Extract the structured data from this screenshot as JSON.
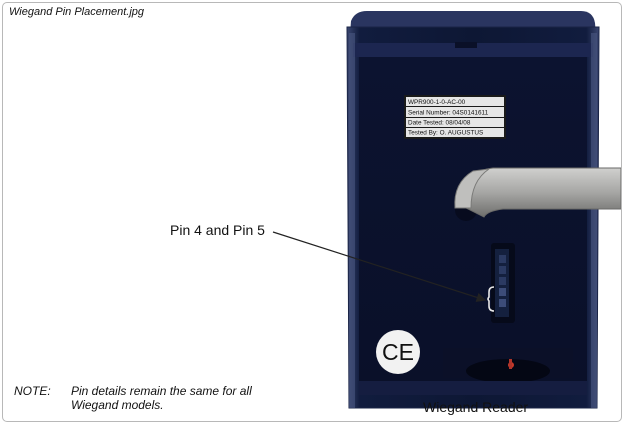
{
  "window": {
    "title": "Wiegand Pin Placement.jpg"
  },
  "annotation": {
    "pin_label": "Pin 4 and Pin 5"
  },
  "note": {
    "key": "NOTE:",
    "text": "Pin details remain the same for all Wiegand models."
  },
  "caption": "Wiegand Reader",
  "device_label": {
    "lines": [
      "WPR900-1-0-AC-00",
      "Serial Number: 04S0141611",
      "Date Tested: 08/04/08",
      "Tested By: O. AUGUSTUS"
    ]
  },
  "ce_mark": "CE",
  "colors": {
    "housing": "#0f1a3c",
    "housing_edge": "#5a6a92",
    "cable": "#a4a4a2"
  }
}
